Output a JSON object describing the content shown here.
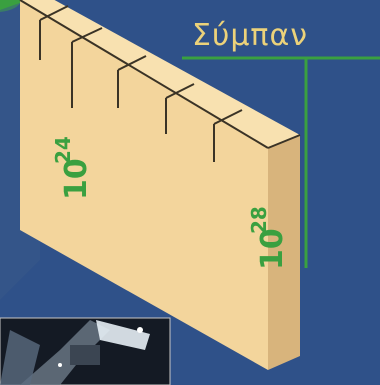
{
  "diagram": {
    "universe_label": "Σύμπαν",
    "scale_left": {
      "base": "10",
      "exponent": "24"
    },
    "scale_right": {
      "base": "10",
      "exponent": "28"
    }
  },
  "colors": {
    "background": "#2f5189",
    "slab_face": "#f3d59c",
    "slab_top": "#f8e1b0",
    "slab_side": "#d8b47c",
    "label_green": "#3aa040",
    "accent_yellow": "#ecd27a"
  },
  "photo": {
    "description_icon": "space-photo"
  }
}
